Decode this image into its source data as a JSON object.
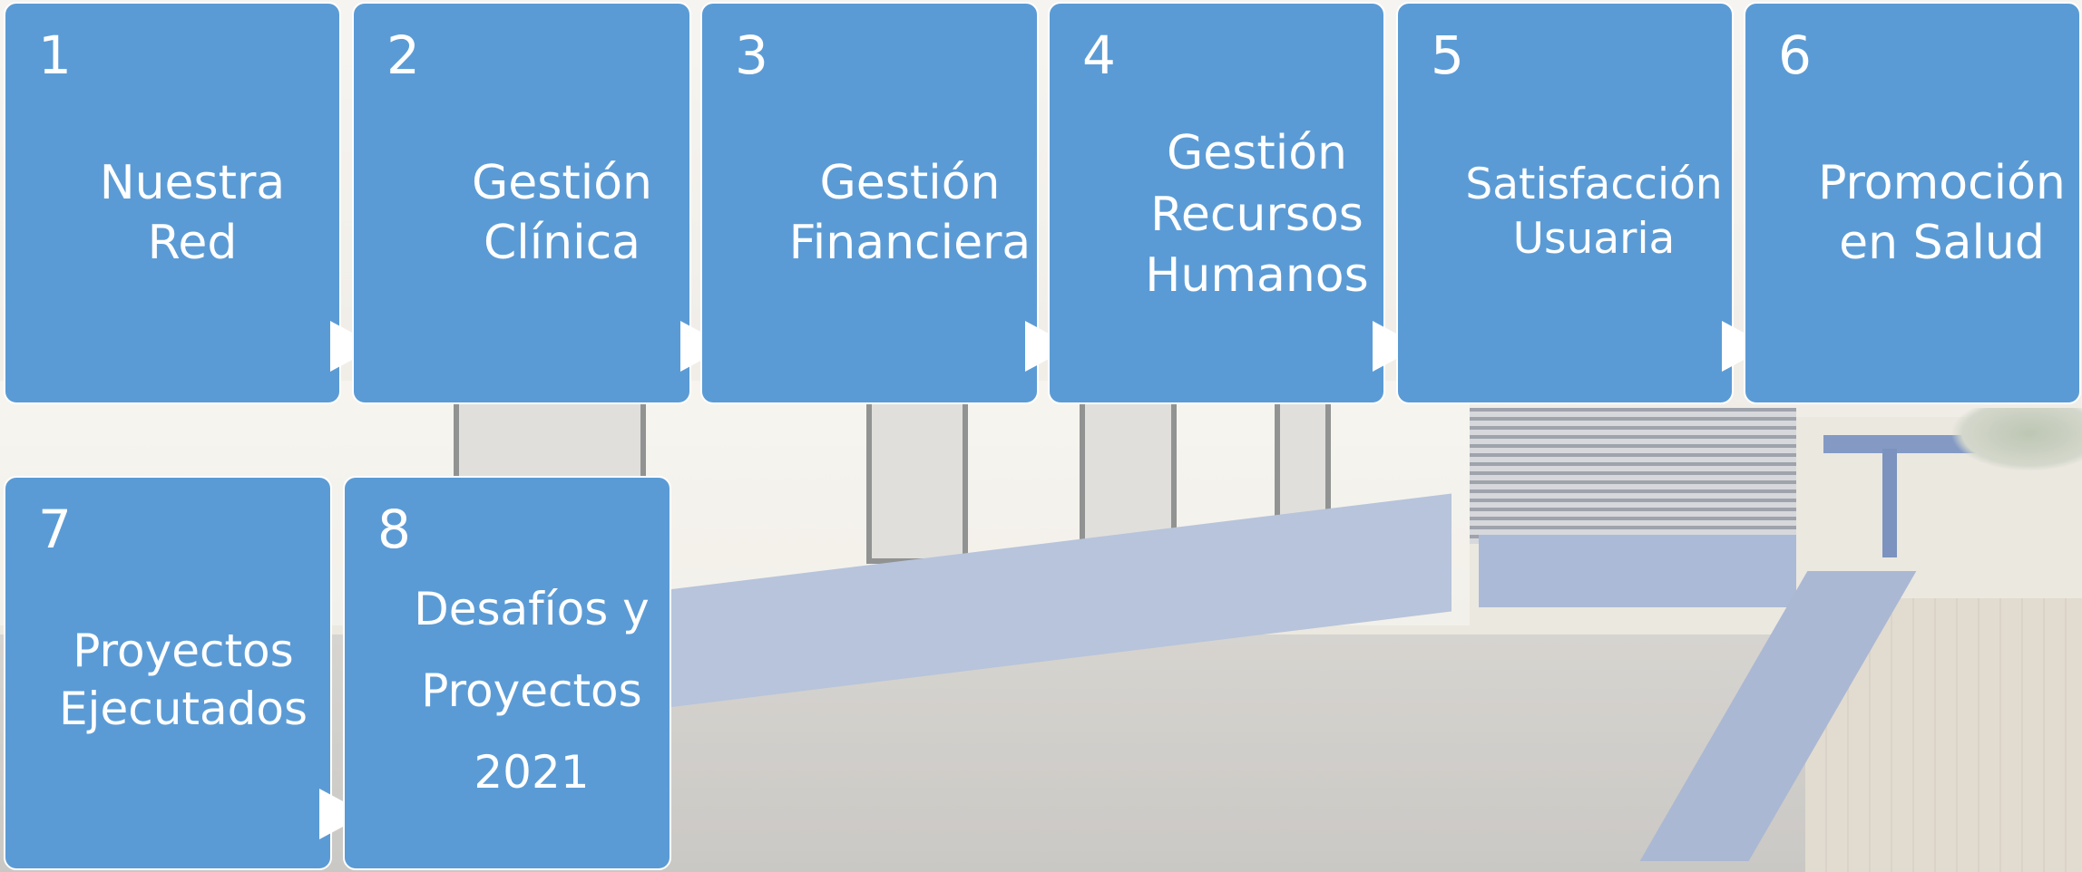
{
  "steps": [
    {
      "number": "1",
      "label": "Nuestra\nRed"
    },
    {
      "number": "2",
      "label": "Gestión\nClínica"
    },
    {
      "number": "3",
      "label": "Gestión\nFinanciera"
    },
    {
      "number": "4",
      "label": "Gestión\nRecursos\nHumanos"
    },
    {
      "number": "5",
      "label": "Satisfacción\nUsuaria"
    },
    {
      "number": "6",
      "label": "Promoción\nen Salud"
    },
    {
      "number": "7",
      "label": "Proyectos\nEjecutados"
    },
    {
      "number": "8",
      "label": "Desafíos y\nProyectos\n2021"
    }
  ],
  "colors": {
    "box_fill": "#5b9bd5",
    "box_border": "#ffffff",
    "arrow": "#ffffff"
  }
}
